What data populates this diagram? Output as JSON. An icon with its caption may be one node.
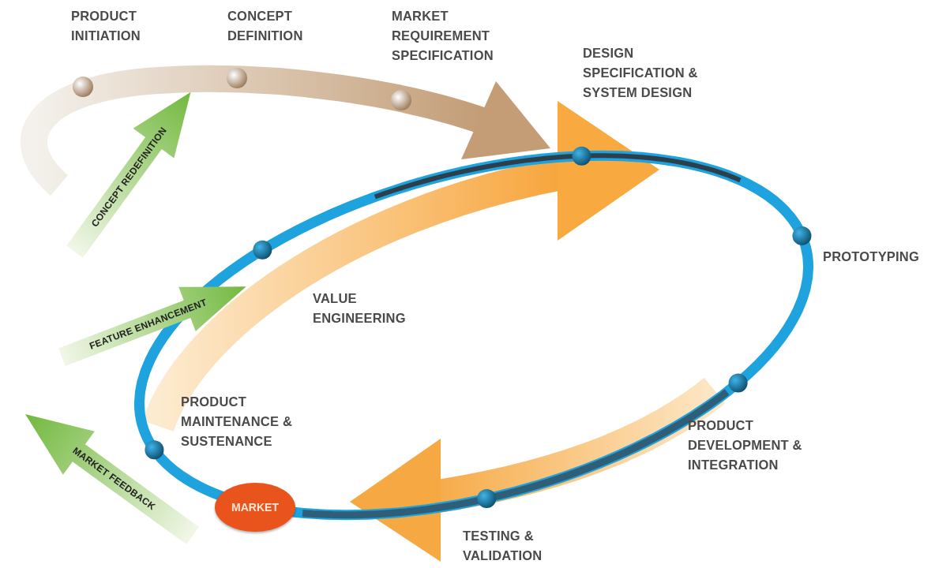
{
  "diagram": {
    "nodes": [
      {
        "text": [
          "CONCEPT REDEFINITION"
        ]
      },
      {
        "text": [
          "FEATURE ENHANCEMENT"
        ]
      },
      {
        "text": [
          "MARKET FEEDBACK"
        ]
      },
      {
        "text": [
          "MARKET"
        ]
      }
    ],
    "labels": [
      "PRODUCT INITIATION",
      "CONCEPT DEFINITION",
      "MARKET REQUIREMENT SPECIFICATION",
      "DESIGN SPECIFICATION & SYSTEM DESIGN",
      "PROTOTYPING",
      "VALUE ENGINEERING",
      "PRODUCT MAINTENANCE & SUSTENANCE",
      "PRODUCT DEVELOPMENT & INTEGRATION",
      "TESTING & VALIDATION"
    ]
  }
}
